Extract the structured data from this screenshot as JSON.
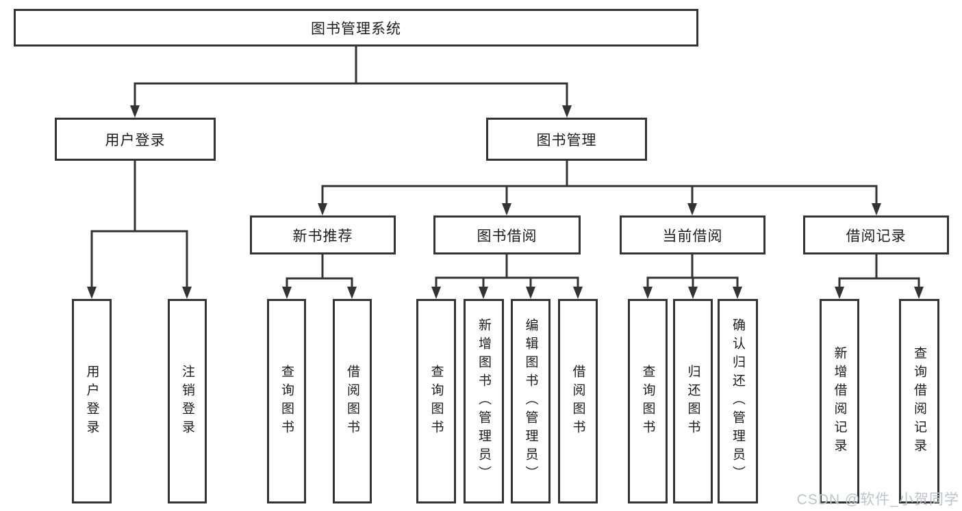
{
  "diagram": {
    "root": {
      "label": "图书管理系统"
    },
    "branches": [
      {
        "label": "用户登录",
        "children": [
          "用户登录",
          "注销登录"
        ]
      },
      {
        "label": "图书管理",
        "groups": [
          {
            "label": "新书推荐",
            "children": [
              "查询图书",
              "借阅图书"
            ]
          },
          {
            "label": "图书借阅",
            "children": [
              "查询图书",
              "新增图书（管理员）",
              "编辑图书（管理员）",
              "借阅图书"
            ]
          },
          {
            "label": "当前借阅",
            "children": [
              "查询图书",
              "归还图书",
              "确认归还（管理员）"
            ]
          },
          {
            "label": "借阅记录",
            "children": [
              "新增借阅记录",
              "查询借阅记录"
            ]
          }
        ]
      }
    ]
  },
  "watermark": "CSDN @软件_小贺同学",
  "colors": {
    "line": "#333333",
    "text": "#1c1c1c",
    "watermark": "#bdc3c9",
    "background": "#ffffff"
  }
}
